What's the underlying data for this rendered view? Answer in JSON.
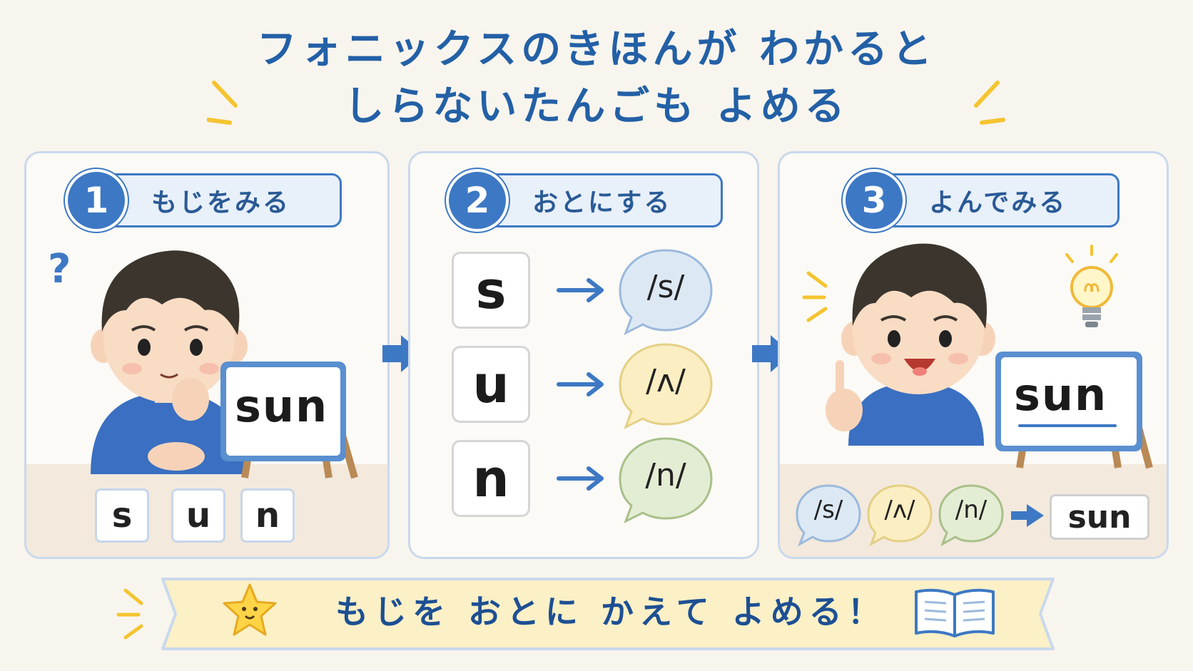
{
  "title": {
    "line1": "フォニックスのきほんが わかると",
    "line2": "しらないたんごも よめる"
  },
  "steps": [
    {
      "number": "1",
      "label": "もじをみる",
      "board_word": "sun",
      "tiles": [
        "s",
        "u",
        "n"
      ]
    },
    {
      "number": "2",
      "label": "おとにする",
      "rows": [
        {
          "letter": "s",
          "sound": "/s/",
          "color": "#dce9f5"
        },
        {
          "letter": "u",
          "sound": "/ʌ/",
          "color": "#fbeec2"
        },
        {
          "letter": "n",
          "sound": "/n/",
          "color": "#e3edd3"
        }
      ]
    },
    {
      "number": "3",
      "label": "よんでみる",
      "board_word": "sun",
      "sounds": [
        "/s/",
        "/ʌ/",
        "/n/"
      ],
      "result": "sun"
    }
  ],
  "question_mark": "?",
  "banner": "もじを おとに かえて よめる！",
  "colors": {
    "accent": "#3d78c4",
    "title": "#2360a6",
    "banner_bg": "#fbf0c6",
    "spark": "#f4c430"
  }
}
